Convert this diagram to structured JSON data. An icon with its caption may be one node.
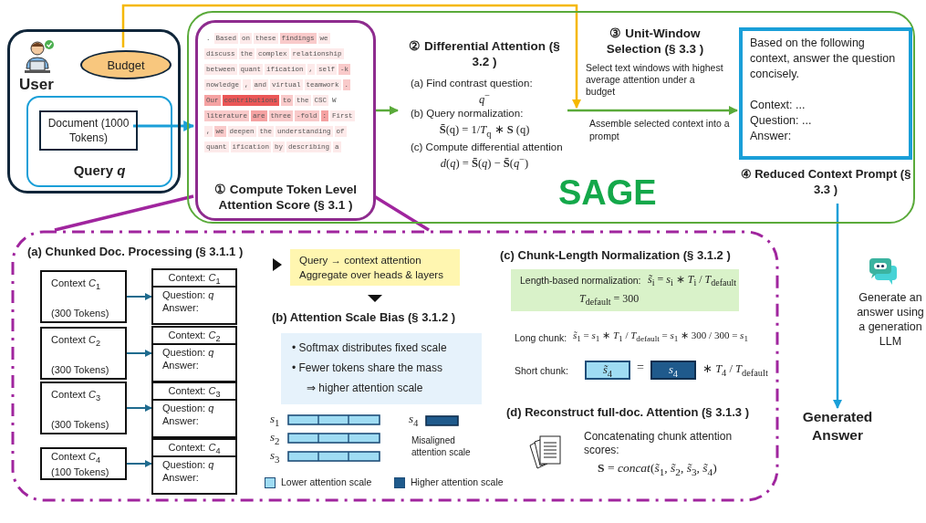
{
  "diagram": {
    "nodes": [
      {
        "text": [
          "User"
        ]
      },
      {
        "text": [
          "Budget"
        ],
        "in": 0
      },
      {
        "text": [
          "Query *q*"
        ],
        "in": 0
      },
      {
        "text": [
          "Document (1000 Tokens)"
        ],
        "in": 2
      },
      {
        "text": [
          "SAGE"
        ]
      },
      {
        "text": [
          "① Compute Token Level Attention Score (§ 3.1 )"
        ],
        "in": 4
      },
      {
        "text": [
          "② Differential Attention (§ 3.2 )",
          "(a) Find contrast question:",
          "*q*$^{−}$",
          "(b) Query normalization:",
          "**S̄**(q) = 1/*T*$_{q}$ ∗ **S** (q)",
          "(c) Compute differential attention",
          "*d*(*q*) = **S̄**(*q*) − **S̄**(*q*$^{−}$)"
        ],
        "in": 4
      },
      {
        "text": [
          "③ Unit-Window Selection (§ 3.3 )",
          "Select text windows with highest average attention under a budget"
        ],
        "in": 4
      },
      {
        "text": [
          "Based on the following context, answer the question concisely.",
          "Context: ...",
          "Question: ...",
          "Answer:",
          "④ Reduced Context Prompt (§ 3.3 )"
        ],
        "in": 4
      },
      {
        "text": [
          "Generated Answer"
        ]
      },
      {
        "text": [],
        "shape": "box"
      },
      {
        "text": [
          "Context *C*$_{1}$",
          "(300 Tokens)"
        ],
        "in": 10
      },
      {
        "text": [
          "Context: *C*$_{1}$",
          "Question: *q*",
          "Answer:"
        ],
        "in": 10
      },
      {
        "text": [
          "Context *C*$_{2}$",
          "(300 Tokens)"
        ],
        "in": 10
      },
      {
        "text": [
          "Context: *C*$_{2}$",
          "Question: *q*",
          "Answer:"
        ],
        "in": 10
      },
      {
        "text": [
          "Context *C*$_{3}$",
          "(300 Tokens)"
        ],
        "in": 10
      },
      {
        "text": [
          "Context: *C*$_{3}$",
          "Question: *q*",
          "Answer:"
        ],
        "in": 10
      },
      {
        "text": [
          "Context *C*$_{4}$",
          "(100 Tokens)"
        ],
        "in": 10
      },
      {
        "text": [
          "Context: *C*$_{4}$",
          "Question: *q*",
          "Answer:"
        ],
        "in": 10
      },
      {
        "text": [
          "Query → context attention",
          "Aggregate over heads & layers"
        ],
        "in": 10
      },
      {
        "text": [
          "• Softmax distributes fixed scale",
          "• Fewer tokens share the mass",
          "⇒ higher attention scale"
        ],
        "in": 10
      },
      {
        "text": [
          "Length-based normalization:",
          "*s̃*$_{i}$ = *s*$_{i}$ ∗ *T*$_{i}$ / *T*$_{default}$",
          "*T*$_{default}$ = 300"
        ],
        "in": 10
      },
      {
        "text": [
          "*s̃*$_{4}$"
        ],
        "in": 10
      },
      {
        "text": [
          "*s*$_{4}$"
        ],
        "in": 10
      }
    ],
    "edges": [
      {
        "from": 1,
        "to": 7,
        "arrow": "to",
        "color": "#f5b800"
      },
      {
        "from": 3,
        "to": 5,
        "arrow": "to",
        "color": "#1a9fd8"
      },
      {
        "from": 5,
        "to": 6,
        "arrow": "to",
        "color": "#5aaa3a"
      },
      {
        "from": 6,
        "to": 8,
        "arrow": "to",
        "color": "#5aaa3a",
        "label": "Assemble selected context into a prompt"
      },
      {
        "from": 8,
        "to": 9,
        "arrow": "to",
        "color": "#1a9fd8",
        "label": "Generate an answer using a generation LLM"
      },
      {
        "from": 5,
        "to": 10,
        "arrow": "none",
        "color": "#a0259e"
      },
      {
        "from": 5,
        "to": 10,
        "arrow": "none",
        "color": "#a0259e"
      },
      {
        "from": 11,
        "to": 12,
        "arrow": "to"
      },
      {
        "from": 13,
        "to": 14,
        "arrow": "to"
      },
      {
        "from": 15,
        "to": 16,
        "arrow": "to"
      },
      {
        "from": 17,
        "to": 18,
        "arrow": "to"
      }
    ],
    "labels": [
      ".",
      "Based",
      "on",
      "these",
      "findings",
      "we",
      "discuss",
      "the",
      "complex",
      "relationship",
      "between",
      "quant",
      "ification",
      ",",
      "self",
      "-k",
      "nowledge",
      ",",
      "and",
      "virtual",
      "teamwork",
      ".",
      "Our",
      "contributions",
      "to",
      "the",
      "CSC",
      "W",
      "literature",
      "are",
      "three",
      "-fold",
      ":",
      "First",
      ",",
      "we",
      "deepen",
      "the",
      "understanding",
      "of",
      "quant",
      "ification",
      "by",
      "describing",
      "a",
      "(a) Chunked Doc. Processing (§ 3.1.1 )",
      "(b) Attention Scale Bias (§ 3.1.2 )",
      "*s*$_{1}$",
      "*s*$_{2}$",
      "*s*$_{3}$",
      "*s*$_{4}$",
      "Misaligned attention scale",
      "(c) Chunk-Length Normalization (§ 3.1.2 )",
      "Long chunk:",
      "*s̃*$_{1}$ = *s*$_{1}$ ∗ *T*$_{1}$ / *T*$_{default}$ = *s*$_{1}$ ∗ 300 / 300 = *s*$_{1}$",
      "Short chunk:",
      "=",
      "∗ *T*$_{4}$ / *T*$_{default}$",
      "(d) Reconstruct full-doc. Attention (§ 3.1.3 )",
      "Concatenating chunk attention scores:",
      "**S** = *concat*(*s̃*$_{1}$, *s̃*$_{2}$, *s̃*$_{3}$, *s̃*$_{4}$)"
    ],
    "legend": [
      {
        "text": "Lower attention scale",
        "color": "#9fdcf3"
      },
      {
        "text": "Higher attention scale",
        "color": "#1f5a8c"
      }
    ]
  }
}
